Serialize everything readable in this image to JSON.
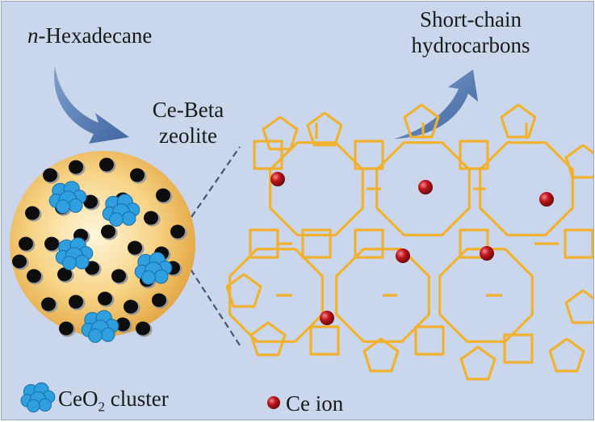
{
  "labels": {
    "reactant_prefix": "n",
    "reactant_name": "-Hexadecane",
    "zeolite_line1": "Ce-Beta",
    "zeolite_line2": "zeolite",
    "product_line1": "Short-chain",
    "product_line2": "hydrocarbons",
    "legend_cluster_main": "CeO",
    "legend_cluster_sub": "2",
    "legend_cluster_rest": " cluster",
    "legend_ion": "Ce ion"
  },
  "colors": {
    "background": "#c9d6ec",
    "framework": "#f2b12d",
    "sphere_center": "#fff4d6",
    "sphere_edge": "#e6b04a",
    "pore": "#0d0d0d",
    "ceo2_cluster": "#2f9fe0",
    "ce_ion": "#c0161b",
    "arrow": "#5b7fb5",
    "zoom_line": "#44557a"
  },
  "icons": [
    "ceo2-cluster-icon",
    "ce-ion-icon",
    "curved-arrow-icon"
  ]
}
